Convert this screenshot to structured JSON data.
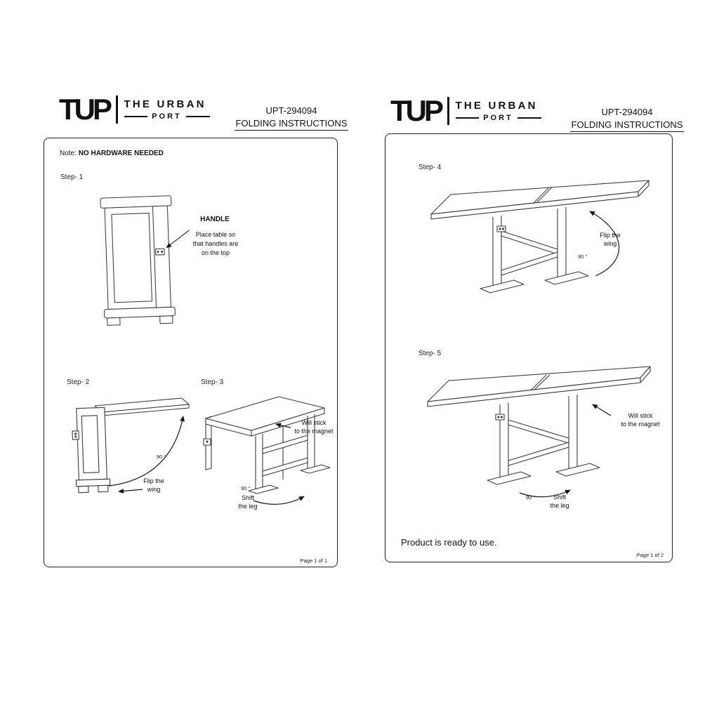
{
  "page1": {
    "logo": {
      "mark": "TUP",
      "brand_top": "THE URBAN",
      "brand_bottom": "PORT"
    },
    "model": "UPT-294094",
    "title": "FOLDING INSTRUCTIONS",
    "note": {
      "prefix": "Note:",
      "text": "NO HARDWARE NEEDED"
    },
    "step1": {
      "label": "Step- 1",
      "callout_title": "HANDLE",
      "callout": [
        "Place table so",
        "that handles are",
        "on the top"
      ]
    },
    "step2": {
      "label": "Step- 2",
      "angle": "90 °",
      "caption": [
        "Flip the",
        "wing"
      ]
    },
    "step3": {
      "label": "Step- 3",
      "angle": "90 °",
      "magnet": [
        "Will stick",
        "to the magnet"
      ],
      "caption": [
        "Shift",
        "the leg"
      ]
    },
    "footer": "Page 1 of 1"
  },
  "page2": {
    "logo": {
      "mark": "TUP",
      "brand_top": "THE URBAN",
      "brand_bottom": "PORT"
    },
    "model": "UPT-294094",
    "title": "FOLDING INSTRUCTIONS",
    "step4": {
      "label": "Step- 4",
      "angle": "90 °",
      "caption": [
        "Flip the",
        "wing"
      ]
    },
    "step5": {
      "label": "Step- 5",
      "angle": "90 °",
      "magnet": [
        "Will stick",
        "to the magnet"
      ],
      "caption": [
        "Shift",
        "the leg"
      ]
    },
    "ready": "Product is ready to use.",
    "footer": "Page 1 of 2"
  }
}
